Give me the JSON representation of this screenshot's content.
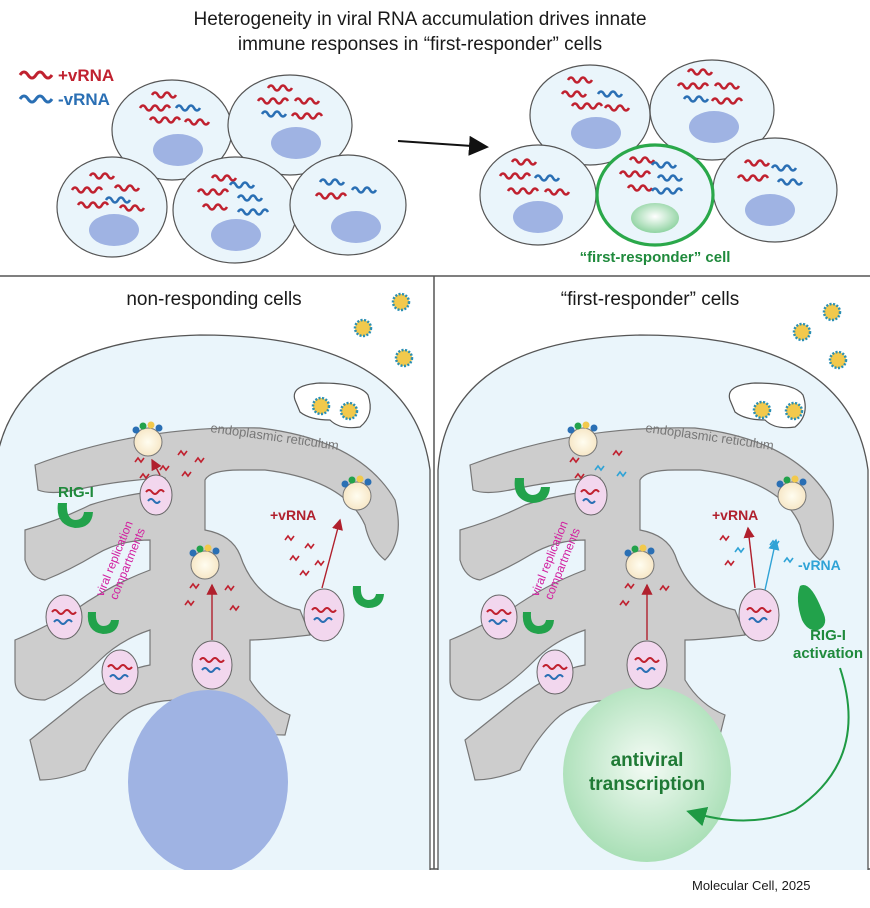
{
  "figure": {
    "title_line1": "Heterogeneity in viral RNA accumulation drives innate",
    "title_line2": "immune responses in “first-responder” cells",
    "legend": {
      "positive": "+vRNA",
      "negative": "-vRNA",
      "positive_color": "#c0212f",
      "negative_color": "#2a6fb4"
    },
    "top_right_label": "“first-responder” cell",
    "left_panel": {
      "title": "non-responding cells",
      "er_label": "endoplasmic reticulum",
      "rigi_label": "RIG-I",
      "vrna_label": "+vRNA",
      "vrc_line1": "viral replication",
      "vrc_line2": "compartments"
    },
    "right_panel": {
      "title": "“first-responder” cells",
      "er_label": "endoplasmic reticulum",
      "vrna_pos_label": "+vRNA",
      "vrna_neg_label": "-vRNA",
      "vrc_line1": "viral replication",
      "vrc_line2": "compartments",
      "rigi_line1": "RIG-I",
      "rigi_line2": "activation",
      "antiviral_line1": "antiviral",
      "antiviral_line2": "transcription"
    },
    "caption": "Molecular Cell, 2025",
    "colors": {
      "cytoplasm": "#eaf5fb",
      "er": "#cfcfcf",
      "nucleus": "#9fb3e3",
      "rigi": "#22a24b",
      "first_responder_outline": "#2aa84a",
      "compartment": "#f2d7ee"
    }
  }
}
